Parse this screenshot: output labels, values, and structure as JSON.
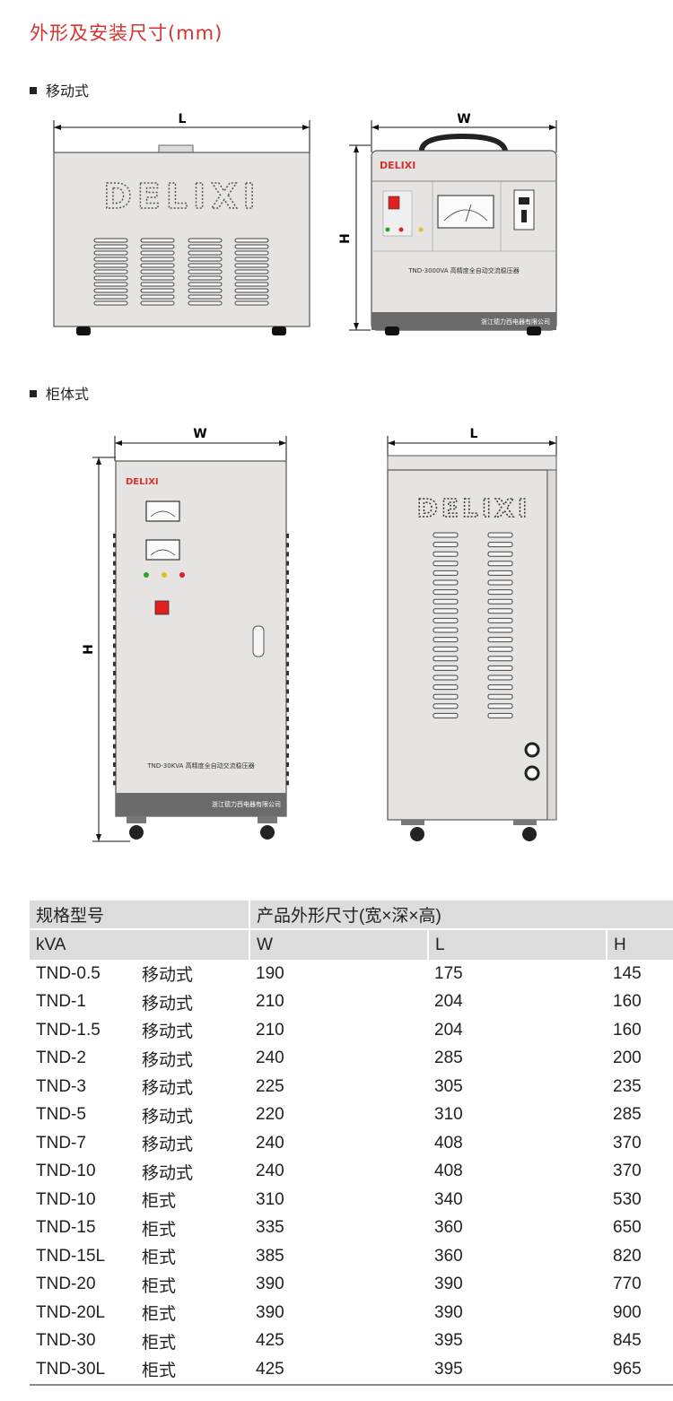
{
  "title": "外形及安装尺寸(mm)",
  "sections": {
    "portable": "移动式",
    "cabinet": "柜体式"
  },
  "drawings": {
    "brand": "DELIXI",
    "dim_L": "L",
    "dim_W": "W",
    "dim_H": "H",
    "portable_model_text": "TND-3000VA 高精度全自动交流稳压器",
    "cabinet_model_text": "TND-30KVA 高精度全自动交流稳压器",
    "manufacturer": "浙江德力西电器有限公司"
  },
  "table": {
    "header1": {
      "model": "规格型号",
      "dims": "产品外形尺寸(宽×深×高)"
    },
    "header2": {
      "kva": "kVA",
      "w": "W",
      "l": "L",
      "h": "H"
    },
    "rows": [
      {
        "model": "TND-0.5",
        "type": "移动式",
        "w": "190",
        "l": "175",
        "h": "145"
      },
      {
        "model": "TND-1",
        "type": "移动式",
        "w": "210",
        "l": "204",
        "h": "160"
      },
      {
        "model": "TND-1.5",
        "type": "移动式",
        "w": "210",
        "l": "204",
        "h": "160"
      },
      {
        "model": "TND-2",
        "type": "移动式",
        "w": "240",
        "l": "285",
        "h": "200"
      },
      {
        "model": "TND-3",
        "type": "移动式",
        "w": "225",
        "l": "305",
        "h": "235"
      },
      {
        "model": "TND-5",
        "type": "移动式",
        "w": "220",
        "l": "310",
        "h": "285"
      },
      {
        "model": "TND-7",
        "type": "移动式",
        "w": "240",
        "l": "408",
        "h": "370"
      },
      {
        "model": "TND-10",
        "type": "移动式",
        "w": "240",
        "l": "408",
        "h": "370"
      },
      {
        "model": "TND-10",
        "type": "柜式",
        "w": "310",
        "l": "340",
        "h": "530"
      },
      {
        "model": "TND-15",
        "type": "柜式",
        "w": "335",
        "l": "360",
        "h": "650"
      },
      {
        "model": "TND-15L",
        "type": "柜式",
        "w": "385",
        "l": "360",
        "h": "820"
      },
      {
        "model": "TND-20",
        "type": "柜式",
        "w": "390",
        "l": "390",
        "h": "770"
      },
      {
        "model": "TND-20L",
        "type": "柜式",
        "w": "390",
        "l": "390",
        "h": "900"
      },
      {
        "model": "TND-30",
        "type": "柜式",
        "w": "425",
        "l": "395",
        "h": "845"
      },
      {
        "model": "TND-30L",
        "type": "柜式",
        "w": "425",
        "l": "395",
        "h": "965"
      }
    ]
  },
  "colors": {
    "title_red": "#d6322e",
    "device_body": "#e6e4e2",
    "device_dark": "#6b6b6b",
    "table_header": "#dcdcdc"
  }
}
